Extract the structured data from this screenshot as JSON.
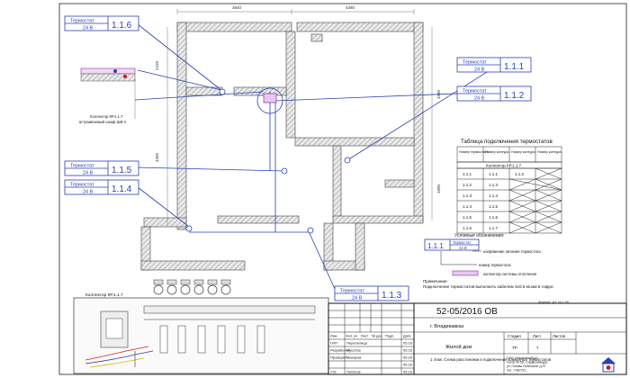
{
  "dimensions": {
    "top_left": "3840",
    "top_right": "4380",
    "left_top": "2410",
    "left_mid": "4260",
    "right_top": "4980",
    "right_bottom": "1890"
  },
  "thermostats": [
    {
      "id": "1.1.6",
      "label": "Термостат",
      "voltage": "24 В"
    },
    {
      "id": "1.1.1",
      "label": "Термостат",
      "voltage": "24 В"
    },
    {
      "id": "1.1.2",
      "label": "Термостат",
      "voltage": "24 В"
    },
    {
      "id": "1.1.5",
      "label": "Термостат",
      "voltage": "24 В"
    },
    {
      "id": "1.1.4",
      "label": "Термостат",
      "voltage": "24 В"
    },
    {
      "id": "1.1.3",
      "label": "Термостат",
      "voltage": "24 В"
    }
  ],
  "collector_note": {
    "line1": "Коллектор КР.1.1.7",
    "line2": "встраиваемый шкаф ШВ-4"
  },
  "connection_table": {
    "title": "Таблица подключения термостатов",
    "headers": [
      "Номер термостата",
      "Номер контура",
      "Номер контура",
      "Номер контура"
    ],
    "subtitle": "Коллектор КР.1.1.7",
    "rows": [
      [
        "1.1.1",
        "1.1.1",
        "1.1.2",
        ""
      ],
      [
        "1.1.2",
        "1.1.3",
        "",
        ""
      ],
      [
        "1.1.3",
        "1.1.4",
        "",
        ""
      ],
      [
        "1.1.4",
        "1.1.5",
        "",
        ""
      ],
      [
        "1.1.5",
        "1.1.6",
        "",
        ""
      ],
      [
        "1.1.6",
        "1.1.7",
        "",
        ""
      ]
    ]
  },
  "legend": {
    "title": "Условные обозначения:",
    "sample_id": "1.1.1",
    "sample_label": "Термостат",
    "sample_voltage": "24 В",
    "items": [
      "напряжение питания термостата",
      "номер термостата",
      "коллектор системы отопления"
    ]
  },
  "note": {
    "title": "Примечание:",
    "text": "Подключение термостатов выполнить кабелем 3х0.5 кв.мм в гофре."
  },
  "format_label": "Формат: А3, М 1:50",
  "wiring_label": "Коллектор КР.1.1.7",
  "title_block": {
    "code": "52-05/2016 ОВ",
    "city": "г. Владикавказ",
    "object": "Жилой дом",
    "sheet_title": "1 этаж. Схема расстановки и подключения комнатных термостатов",
    "header_cols": [
      "Изм.",
      "Кол. уч",
      "Лист",
      "№ док",
      "Подп.",
      "Дата"
    ],
    "roles": [
      {
        "role": "ГИП",
        "name": "Перепелица",
        "date": "05.16"
      },
      {
        "role": "Разработал",
        "name": "Мусатов",
        "date": "05.16"
      },
      {
        "role": "Проверил",
        "name": "Макаров",
        "date": "05.16"
      },
      {
        "role": "",
        "name": "",
        "date": "05.16"
      },
      {
        "role": "Утв.",
        "name": "Попатов",
        "date": "05.16"
      }
    ],
    "stage_headers": [
      "Стадия",
      "Лист",
      "Листов"
    ],
    "stage_values": [
      "ТР",
      "7",
      ""
    ],
    "company": [
      "ООО «ТермоинжПро»",
      "тел/ф 50-56, г.Орджоникидзе",
      "ул. Головы Собесской, д.37",
      "тел. +7(8722)..."
    ]
  },
  "colors": {
    "accent": "#2a3fb5",
    "wall": "#999999",
    "red": "#d21e1e"
  }
}
